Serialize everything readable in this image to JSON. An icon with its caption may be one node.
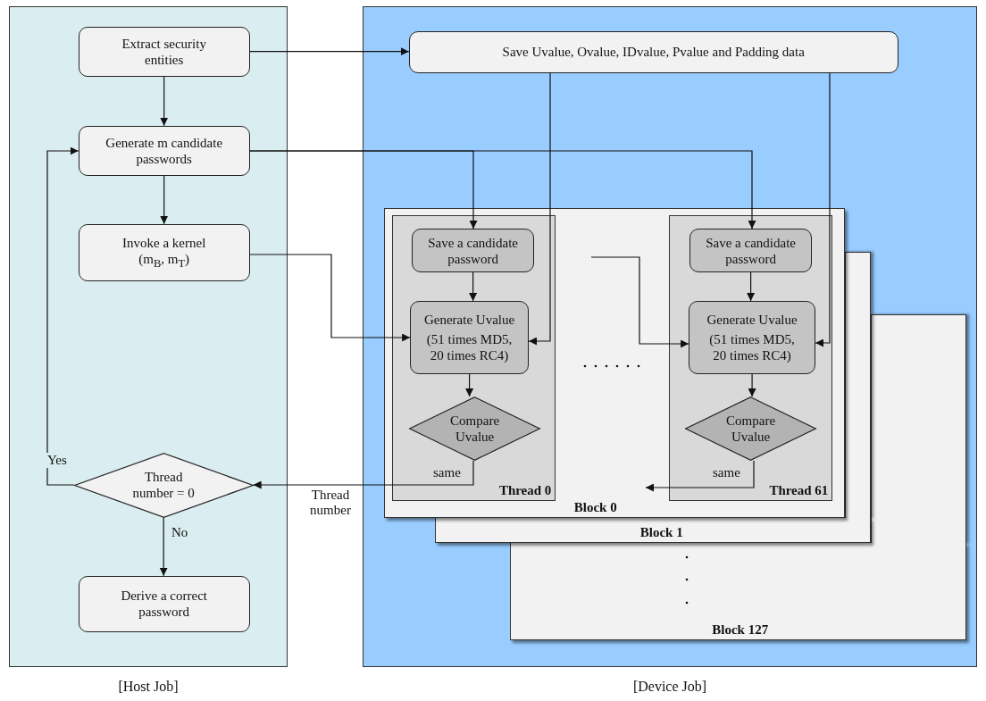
{
  "diagram": {
    "nodes": [
      {
        "text": [
          "[Host Job]"
        ]
      },
      {
        "text": [
          "Extract security entities"
        ],
        "in": 0
      },
      {
        "text": [
          "Generate m candidate passwords"
        ],
        "in": 0
      },
      {
        "text": [
          "Invoke a kernel (m$_{B}$, m$_{T}$)"
        ],
        "in": 0
      },
      {
        "text": [
          "Thread number = 0"
        ],
        "in": 0
      },
      {
        "text": [
          "Derive a correct password"
        ],
        "in": 0
      },
      {
        "text": [
          "[Device Job]"
        ]
      },
      {
        "text": [
          "Save Uvalue, Ovalue, IDvalue, Pvalue and Padding data"
        ],
        "in": 6
      },
      {
        "text": [
          "Block 0"
        ],
        "in": 6
      },
      {
        "text": [
          "Thread 0"
        ],
        "in": 8
      },
      {
        "text": [
          "Save a candidate password"
        ],
        "in": 9
      },
      {
        "text": [
          "Generate Uvalue",
          "(51 times MD5, 20 times RC4)"
        ],
        "in": 9
      },
      {
        "text": [
          "Compare Uvalue"
        ],
        "in": 9
      },
      {
        "text": [
          "Thread 61"
        ],
        "in": 8
      },
      {
        "text": [
          "Save a candidate password"
        ],
        "in": 13
      },
      {
        "text": [
          "Generate Uvalue",
          "(51 times MD5, 20 times RC4)"
        ],
        "in": 13
      },
      {
        "text": [
          "Compare Uvalue"
        ],
        "in": 13
      },
      {
        "text": [
          "Block 1"
        ],
        "in": 6
      },
      {
        "text": [
          "Block 127"
        ],
        "in": 6
      }
    ],
    "edges": [
      {
        "from": 1,
        "to": 2,
        "arrow": "to"
      },
      {
        "from": 2,
        "to": 3,
        "arrow": "to"
      },
      {
        "from": 1,
        "to": 7,
        "arrow": "to"
      },
      {
        "from": 2,
        "to": 10,
        "arrow": "to"
      },
      {
        "from": 2,
        "to": 14,
        "arrow": "to"
      },
      {
        "from": 3,
        "to": 11,
        "arrow": "to"
      },
      {
        "from": 7,
        "to": 11,
        "arrow": "to"
      },
      {
        "from": 7,
        "to": 15,
        "arrow": "to"
      },
      {
        "from": 10,
        "to": 11,
        "arrow": "to"
      },
      {
        "from": 11,
        "to": 12,
        "arrow": "to"
      },
      {
        "from": 14,
        "to": 15,
        "arrow": "to"
      },
      {
        "from": 15,
        "to": 16,
        "arrow": "to"
      },
      {
        "from": 12,
        "to": 4,
        "label": "same",
        "arrow": "to"
      },
      {
        "from": 4,
        "to": 5,
        "label": "No",
        "arrow": "to"
      },
      {
        "from": 4,
        "to": 2,
        "label": "Yes",
        "arrow": "to"
      },
      {
        "from": null,
        "to": 15,
        "arrow": "to"
      },
      {
        "from": 16,
        "to": null,
        "label": "same",
        "arrow": "to"
      }
    ],
    "labels": [
      "Thread number"
    ]
  }
}
